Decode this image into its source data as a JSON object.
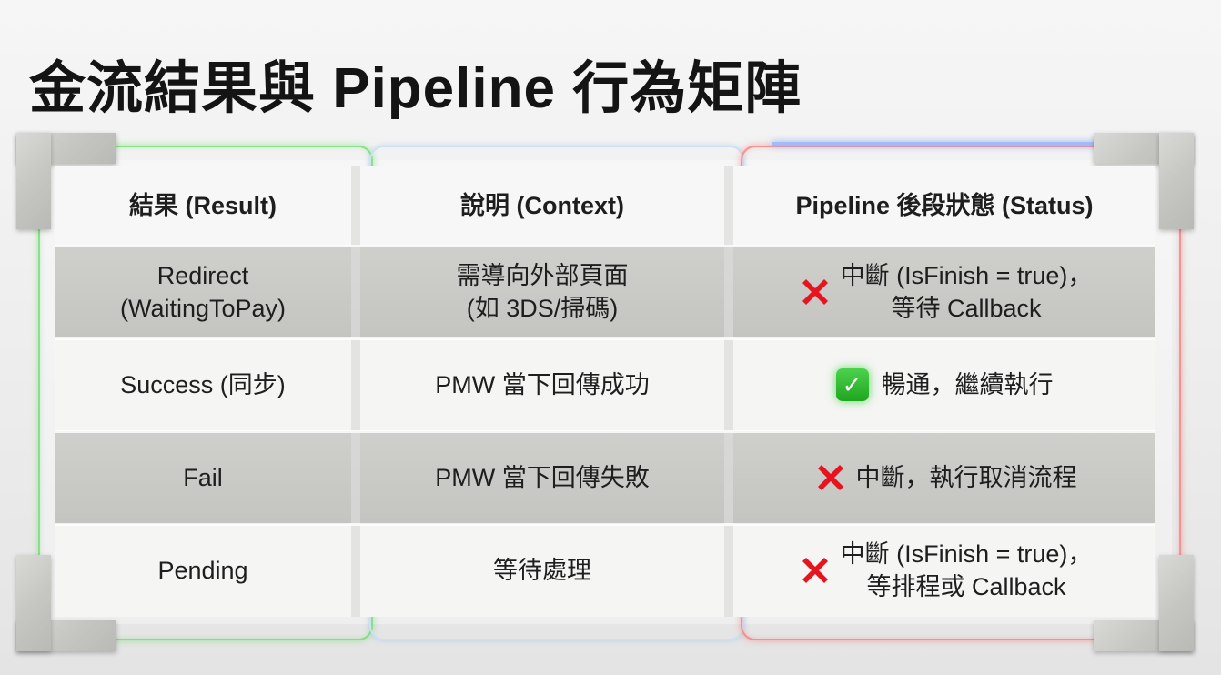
{
  "title": "金流結果與 Pipeline 行為矩陣",
  "table": {
    "headers": [
      "結果 (Result)",
      "說明 (Context)",
      "Pipeline 後段狀態 (Status)"
    ],
    "rows": [
      {
        "result": [
          "Redirect",
          "(WaitingToPay)"
        ],
        "context": [
          "需導向外部頁面",
          "(如 3DS/掃碼)"
        ],
        "status_icon": "cross-mark-icon",
        "status": [
          "中斷 (IsFinish = true)，",
          "等待 Callback"
        ]
      },
      {
        "result": [
          "Success (同步)"
        ],
        "context": [
          "PMW 當下回傳成功"
        ],
        "status_icon": "check-mark-icon",
        "status": [
          "暢通，繼續執行"
        ]
      },
      {
        "result": [
          "Fail"
        ],
        "context": [
          "PMW 當下回傳失敗"
        ],
        "status_icon": "cross-mark-icon",
        "status": [
          "中斷，執行取消流程"
        ]
      },
      {
        "result": [
          "Pending"
        ],
        "context": [
          "等待處理"
        ],
        "status_icon": "cross-mark-icon",
        "status": [
          "中斷 (IsFinish = true)，",
          "等排程或 Callback"
        ]
      }
    ]
  },
  "colors": {
    "accent_green": "#5ed35e",
    "accent_red": "#f07a7a",
    "cross_red": "#e5141e",
    "check_green": "#22aa22"
  }
}
